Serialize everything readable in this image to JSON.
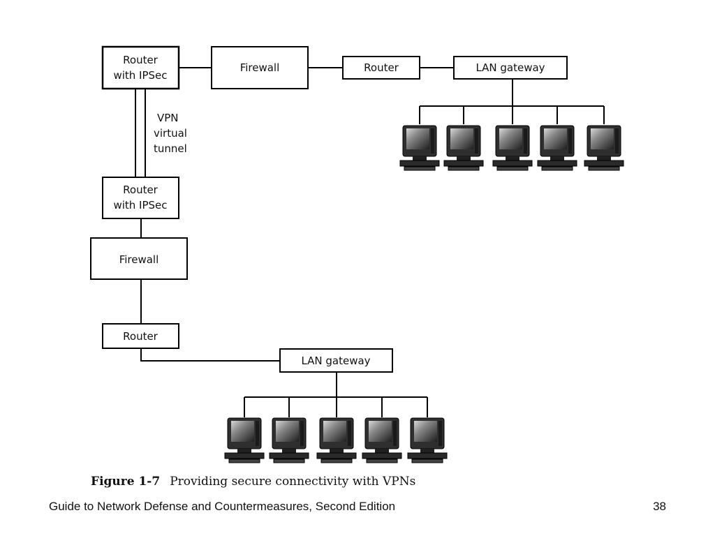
{
  "diagram": {
    "top_site": {
      "router_ipsec": [
        "Router",
        "with IPSec"
      ],
      "firewall": "Firewall",
      "router": "Router",
      "lan_gateway": "LAN gateway",
      "computers": 5
    },
    "tunnel": {
      "label": [
        "VPN",
        "virtual",
        "tunnel"
      ]
    },
    "bottom_site": {
      "router_ipsec": [
        "Router",
        "with IPSec"
      ],
      "firewall": "Firewall",
      "router": "Router",
      "lan_gateway": "LAN gateway",
      "computers": 5
    },
    "icons": {
      "computer": "desktop-computer-icon"
    }
  },
  "caption": {
    "figure_label": "Figure 1-7",
    "text": "Providing secure connectivity with VPNs"
  },
  "footer": {
    "title": "Guide to Network Defense and Countermeasures, Second Edition",
    "page_number": "38"
  }
}
